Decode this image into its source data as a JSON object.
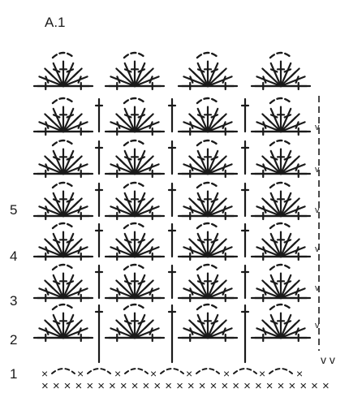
{
  "diagram": {
    "title": "A.1",
    "row_labels": [
      "1",
      "2",
      "3",
      "4",
      "5"
    ],
    "symbol_colour": "#1a1a1a",
    "foundation_mark": "×",
    "turning_mark": "v",
    "fan_repeats_per_row": 4,
    "fan_rows": 7,
    "foundation_stitch_count": 26
  }
}
